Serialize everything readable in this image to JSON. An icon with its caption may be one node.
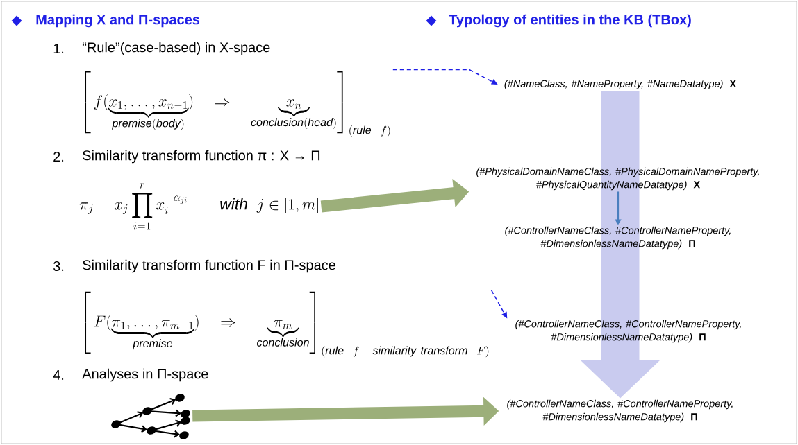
{
  "diagram": {
    "nodes": [
      {
        "text": [
          "\\left[\\, f(\\underbrace{x_1, \\dots, x_{n-1}}_{\\mathit{premise(body)}}) \\quad\\Rightarrow\\quad \\underbrace{\\;x_n\\;}_{\\mathit{conclusion(head)}} \\right]_{(\\mathit{rule}\\ \\ f)}"
        ]
      },
      {
        "text": [
          "(#NameClass, #NameProperty, #NameDatatype)",
          "X"
        ]
      },
      {
        "text": [
          "\\pi_j = x_j \\prod_{i=1}^{r} x_i^{-\\alpha_{ji}} \\qquad \\mathit{with}\\ \\ j \\in [1, m]"
        ]
      },
      {
        "text": [
          "(#PhysicalDomainNameClass, #PhysicalDomainNameProperty, #PhysicalQuantityNameDatatype)",
          "X"
        ]
      },
      {
        "text": [
          "(#ControllerNameClass, #ControllerNameProperty, #DimensionlessNameDatatype)",
          "Π"
        ]
      },
      {
        "text": [
          "\\left[\\, F(\\underbrace{\\pi_1, \\dots, \\pi_{m-1}}_{\\mathit{premise}}) \\quad\\Rightarrow\\quad \\underbrace{\\;\\pi_m\\;}_{\\mathit{conclusion}} \\right]_{(\\mathit{rule}\\ \\ f\\ \\ \\ \\mathit{similarity\\ transform}\\ \\ F)}"
        ]
      },
      {
        "text": [
          "(#ControllerNameClass, #ControllerNameProperty, #DimensionlessNameDatatype)",
          "Π"
        ]
      },
      {
        "text": [],
        "shape": "picture"
      },
      {
        "text": [
          "(#ControllerNameClass, #ControllerNameProperty, #DimensionlessNameDatatype)",
          "Π"
        ]
      }
    ],
    "edges": [
      {
        "from": 0,
        "to": 1,
        "arrow": "to",
        "style": "dashed",
        "color": "#1f1fe6"
      },
      {
        "from": 2,
        "to": 3,
        "arrow": "to",
        "style": "thick",
        "color": "#9caf7a"
      },
      {
        "from": 3,
        "to": 4,
        "arrow": "to",
        "color": "#4a7fbf"
      },
      {
        "from": 1,
        "to": 8,
        "arrow": "to",
        "style": "thick",
        "color": "#c9cbef"
      },
      {
        "from": 5,
        "to": 6,
        "arrow": "to",
        "style": "dashed",
        "color": "#1f1fe6"
      },
      {
        "from": 7,
        "to": 8,
        "arrow": "to",
        "style": "thick",
        "color": "#9caf7a"
      }
    ],
    "labels": [
      "Mapping X and Π-spaces",
      "Typology of entities in the KB (TBox)",
      "1.",
      "“Rule”(case-based) in X-space",
      "2.",
      "Similarity transform function π : X → Π",
      "3.",
      "Similarity transform function F in Π-space",
      "4.",
      "Analyses in Π-space"
    ]
  }
}
